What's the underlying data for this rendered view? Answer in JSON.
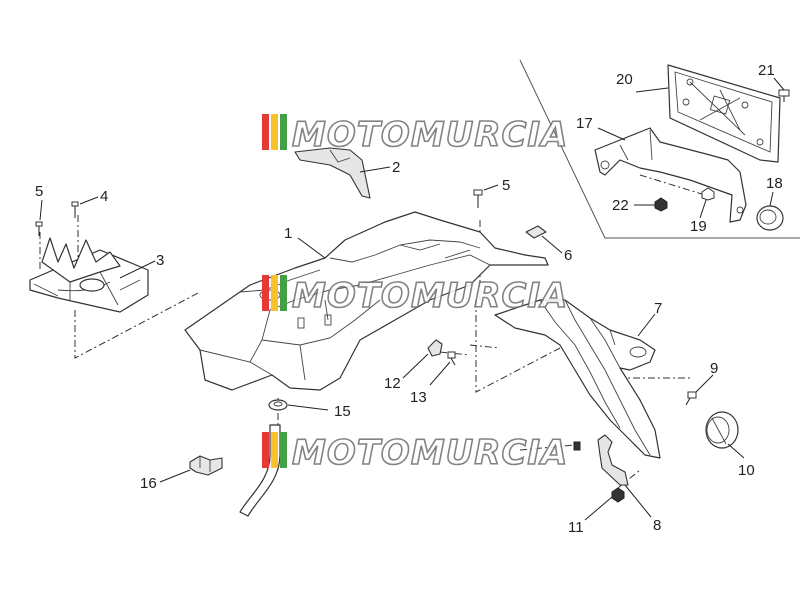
{
  "watermark": {
    "text": "MOTOMURCIA",
    "stripe_colors": [
      "#e53935",
      "#fbc02d",
      "#43a047"
    ]
  },
  "callouts": [
    {
      "id": "1",
      "label": "1"
    },
    {
      "id": "2",
      "label": "2"
    },
    {
      "id": "3",
      "label": "3"
    },
    {
      "id": "4",
      "label": "4"
    },
    {
      "id": "5a",
      "label": "5"
    },
    {
      "id": "5b",
      "label": "5"
    },
    {
      "id": "6",
      "label": "6"
    },
    {
      "id": "7",
      "label": "7"
    },
    {
      "id": "8",
      "label": "8"
    },
    {
      "id": "9",
      "label": "9"
    },
    {
      "id": "10",
      "label": "10"
    },
    {
      "id": "11",
      "label": "11"
    },
    {
      "id": "12",
      "label": "12"
    },
    {
      "id": "13",
      "label": "13"
    },
    {
      "id": "15",
      "label": "15"
    },
    {
      "id": "16",
      "label": "16"
    },
    {
      "id": "17",
      "label": "17"
    },
    {
      "id": "18",
      "label": "18"
    },
    {
      "id": "19",
      "label": "19"
    },
    {
      "id": "20",
      "label": "20"
    },
    {
      "id": "21",
      "label": "21"
    },
    {
      "id": "22",
      "label": "22"
    }
  ]
}
